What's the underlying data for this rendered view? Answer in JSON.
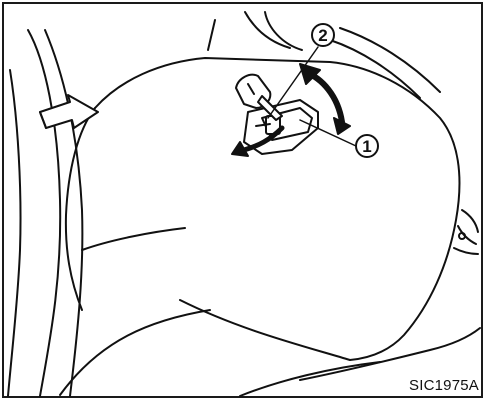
{
  "figure": {
    "code": "SIC1975A",
    "callouts": [
      {
        "label": "1"
      },
      {
        "label": "2"
      }
    ]
  },
  "colors": {
    "line": "#111111",
    "background": "#ffffff"
  },
  "icons": [
    "trunk-lid-outline",
    "key-icon",
    "lock-cylinder",
    "rotate-arrow-icon",
    "release-arrow-icon",
    "side-arrow-icon"
  ]
}
